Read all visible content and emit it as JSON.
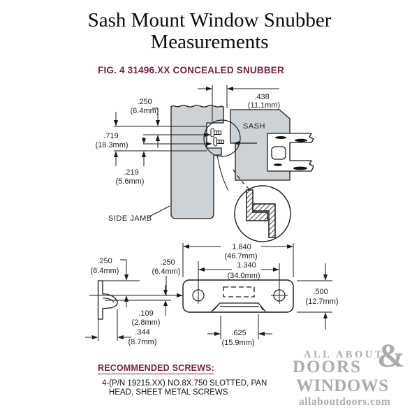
{
  "title": "Sash Mount Window Snubber Measurements",
  "figure_caption": "FIG. 4  31496.XX CONCEALED SNUBBER",
  "colors": {
    "maroon": "#7b2034",
    "part_fill_gray": "#cdd2d6",
    "line": "#1b1b1b",
    "logo_gray": "#acacac"
  },
  "upper_diagram": {
    "labels": {
      "sash": "SASH",
      "side_jamb": "SIDE JAMB"
    },
    "dimensions": {
      "top_offset": {
        "in": ".250",
        "mm": "(6.4mm)"
      },
      "snubber_height": {
        "in": ".719",
        "mm": "(18.3mm)"
      },
      "bottom_offset": {
        "in": ".219",
        "mm": "(5.6mm)"
      },
      "sash_gap": {
        "in": ".438",
        "mm": "(11.1mm)"
      }
    }
  },
  "lower_diagram": {
    "dimensions": {
      "hook_drop": {
        "in": ".250",
        "mm": "(6.4mm)"
      },
      "edge_to_hole": {
        "in": ".250",
        "mm": "(6.4mm)"
      },
      "lip_height": {
        "in": ".109",
        "mm": "(2.8mm)"
      },
      "hook_depth": {
        "in": ".344",
        "mm": "(8.7mm)"
      },
      "overall_width": {
        "in": "1.840",
        "mm": "(46.7mm)"
      },
      "hole_spacing": {
        "in": "1.340",
        "mm": "(34.0mm)"
      },
      "tab_width": {
        "in": ".625",
        "mm": "(15.9mm)"
      },
      "plate_height": {
        "in": ".500",
        "mm": "(12.7mm)"
      }
    }
  },
  "screws_note": {
    "heading": "RECOMMENDED SCREWS:",
    "line1": "4-(P/N 19215.XX) NO.8X.750 SLOTTED, PAN",
    "line2": "HEAD, SHEET METAL SCREWS"
  },
  "logo": {
    "line1": "ALL ABOUT",
    "amp": "&",
    "line2": "DOORS",
    "line3": "WINDOWS",
    "url": "allaboutdoors.com"
  }
}
